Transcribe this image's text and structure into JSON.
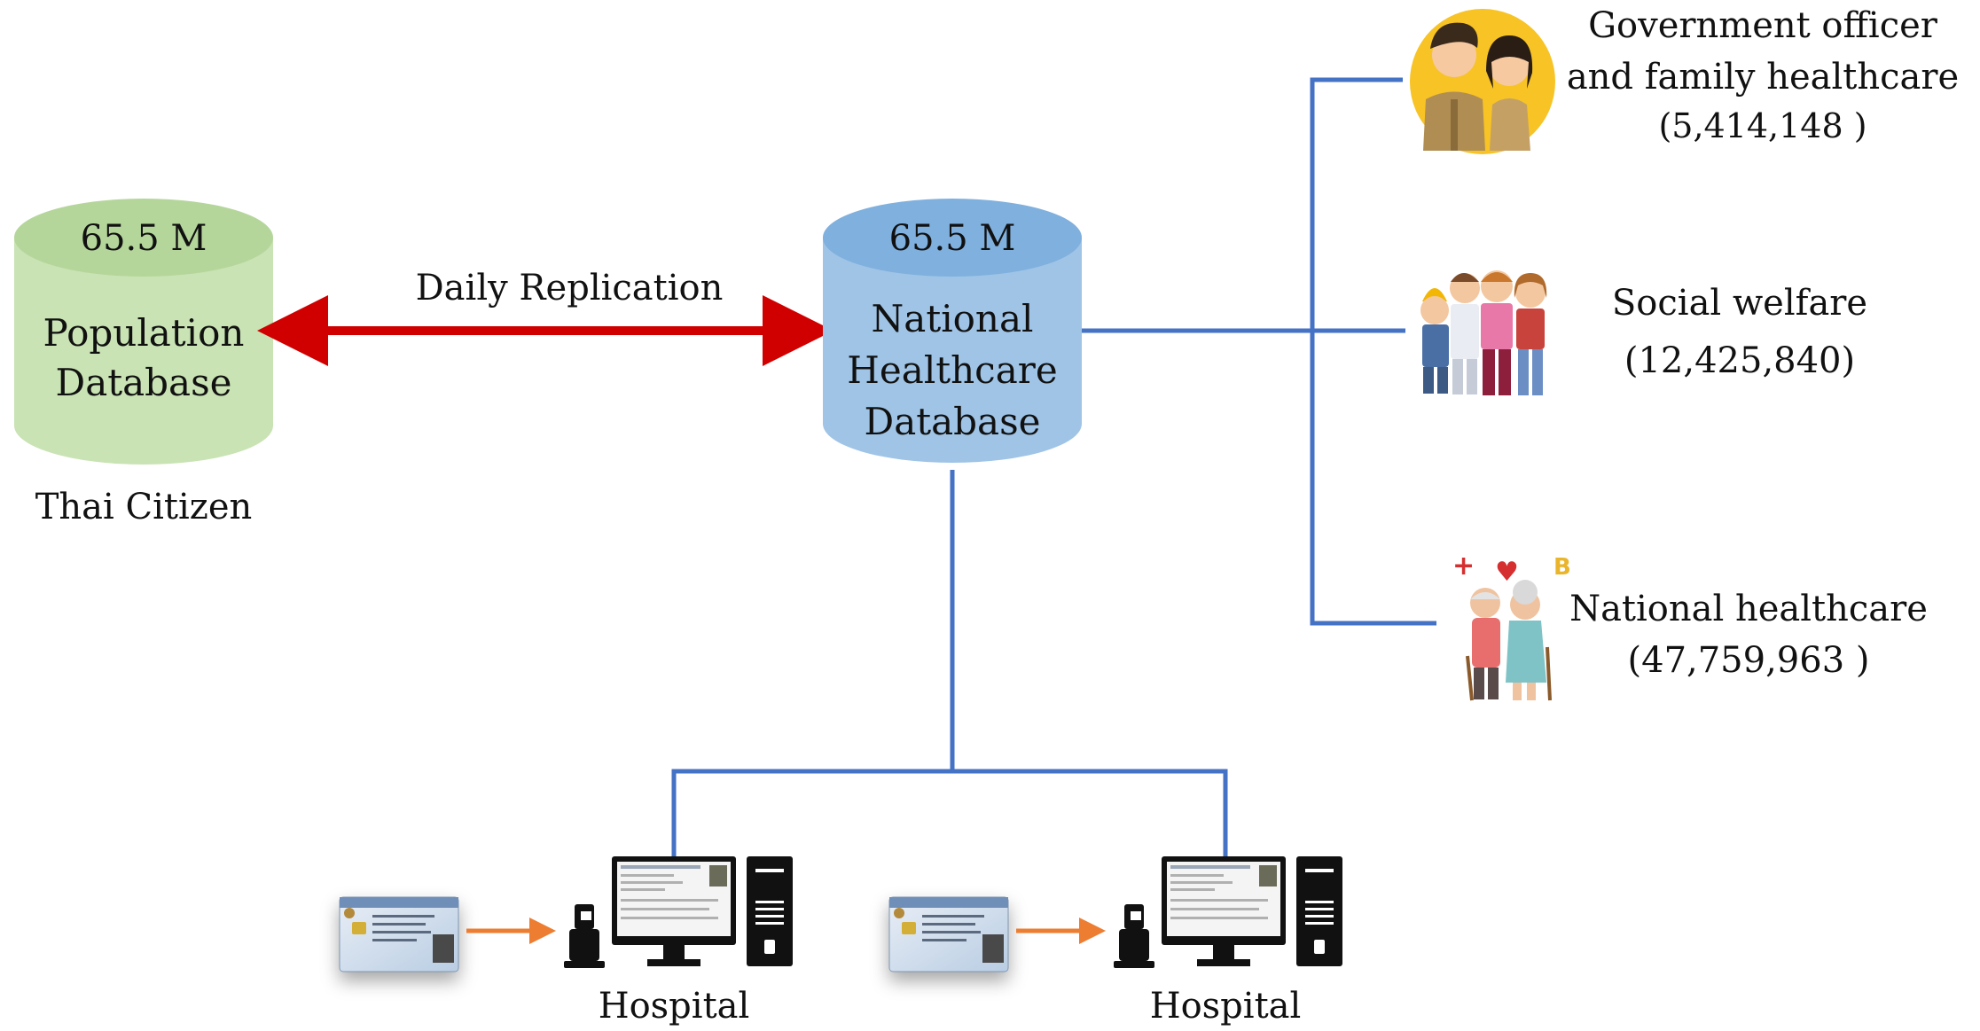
{
  "colors": {
    "population_db": "#c9e3b4",
    "population_db_top": "#b5d69b",
    "national_db": "#9fc4e6",
    "national_db_top": "#7fb0de",
    "connector": "#4472c4",
    "replication_arrow": "#d00000",
    "card_arrow": "#ed7d31"
  },
  "population_db": {
    "count": "65.5 M",
    "line1": "Population",
    "line2": "Database",
    "caption": "Thai Citizen"
  },
  "replication": {
    "label": "Daily Replication"
  },
  "national_db": {
    "count": "65.5 M",
    "line1": "National",
    "line2": "Healthcare",
    "line3": "Database"
  },
  "groups": [
    {
      "line1": "Government officer",
      "line2": "and family healthcare",
      "count": "(5,414,148 )",
      "icon": "government-officers-icon"
    },
    {
      "line1": "Social welfare",
      "count": "(12,425,840)",
      "icon": "workers-family-icon"
    },
    {
      "line1": "National healthcare",
      "count": "(47,759,963 )",
      "icon": "elderly-couple-icon"
    }
  ],
  "hospitals": [
    {
      "label": "Hospital",
      "icon": "hospital-workstation-icon"
    },
    {
      "label": "Hospital",
      "icon": "hospital-workstation-icon"
    }
  ]
}
